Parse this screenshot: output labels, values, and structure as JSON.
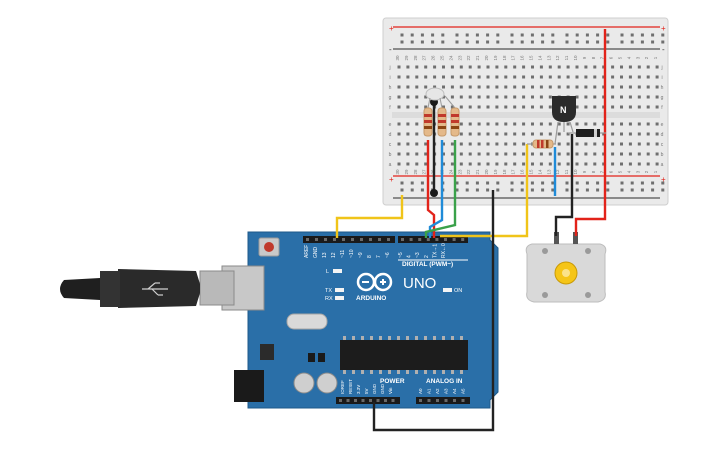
{
  "breadboard": {
    "column_numbers": [
      "30",
      "29",
      "28",
      "27",
      "26",
      "25",
      "24",
      "23",
      "22",
      "21",
      "20",
      "19",
      "18",
      "17",
      "16",
      "15",
      "14",
      "13",
      "12",
      "11",
      "10",
      "9",
      "8",
      "7",
      "6",
      "5",
      "4",
      "3",
      "2",
      "1"
    ],
    "row_letters_top": [
      "a",
      "b",
      "c",
      "d",
      "e"
    ],
    "row_letters_bottom": [
      "f",
      "g",
      "h",
      "i",
      "j"
    ],
    "rail_plus": "+",
    "rail_minus": "-"
  },
  "arduino": {
    "brand": "ARDUINO",
    "model": "UNO",
    "digital_label": "DIGITAL (PWM~)",
    "power_label": "POWER",
    "analog_label": "ANALOG IN",
    "on_label": "ON",
    "tx_label": "TX",
    "rx_label": "RX",
    "l_label": "L",
    "top_pin_labels": [
      "AREF",
      "GND",
      "13",
      "12",
      "~11",
      "~10",
      "~9",
      "8",
      "7",
      "~6",
      "~5",
      "4",
      "~3",
      "2",
      "TX→1",
      "RX←0"
    ],
    "power_pin_labels": [
      "IOREF",
      "RESET",
      "3.3V",
      "5V",
      "GND",
      "GND",
      "Vin"
    ],
    "analog_pin_labels": [
      "A0",
      "A1",
      "A2",
      "A3",
      "A4",
      "A5"
    ]
  },
  "transistor": {
    "label": "N"
  },
  "colors": {
    "wire_red": "#e2231a",
    "wire_black": "#222222",
    "wire_blue": "#1f8bd8",
    "wire_green": "#3aa14a",
    "wire_yellow": "#f0c419",
    "arduino_board": "#2a6fa8",
    "motor_body": "#d9d9d9",
    "motor_gear": "#f5c518"
  }
}
